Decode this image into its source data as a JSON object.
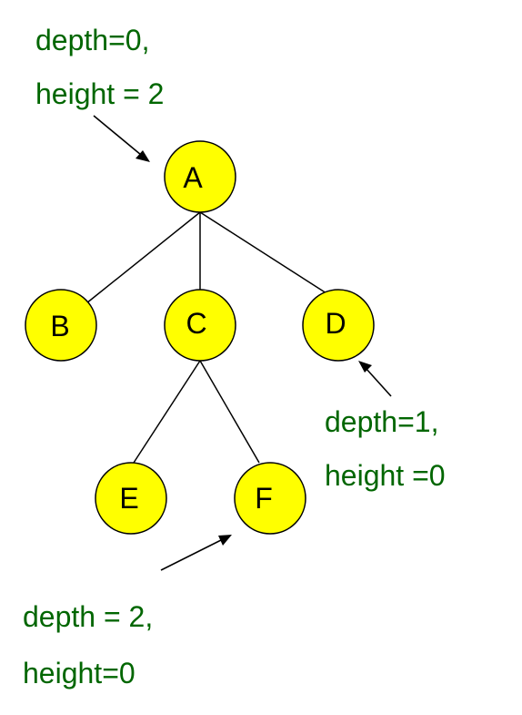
{
  "colors": {
    "node_fill": "#ffff00",
    "node_stroke": "#000000",
    "annotation_text": "#006600",
    "edge": "#000000"
  },
  "nodes": {
    "A": "A",
    "B": "B",
    "C": "C",
    "D": "D",
    "E": "E",
    "F": "F"
  },
  "annotations": {
    "root": {
      "line1": "depth=0,",
      "line2": "height = 2"
    },
    "d": {
      "line1": "depth=1,",
      "line2": "height =0"
    },
    "f": {
      "line1": "depth = 2,",
      "line2": "height=0"
    }
  }
}
